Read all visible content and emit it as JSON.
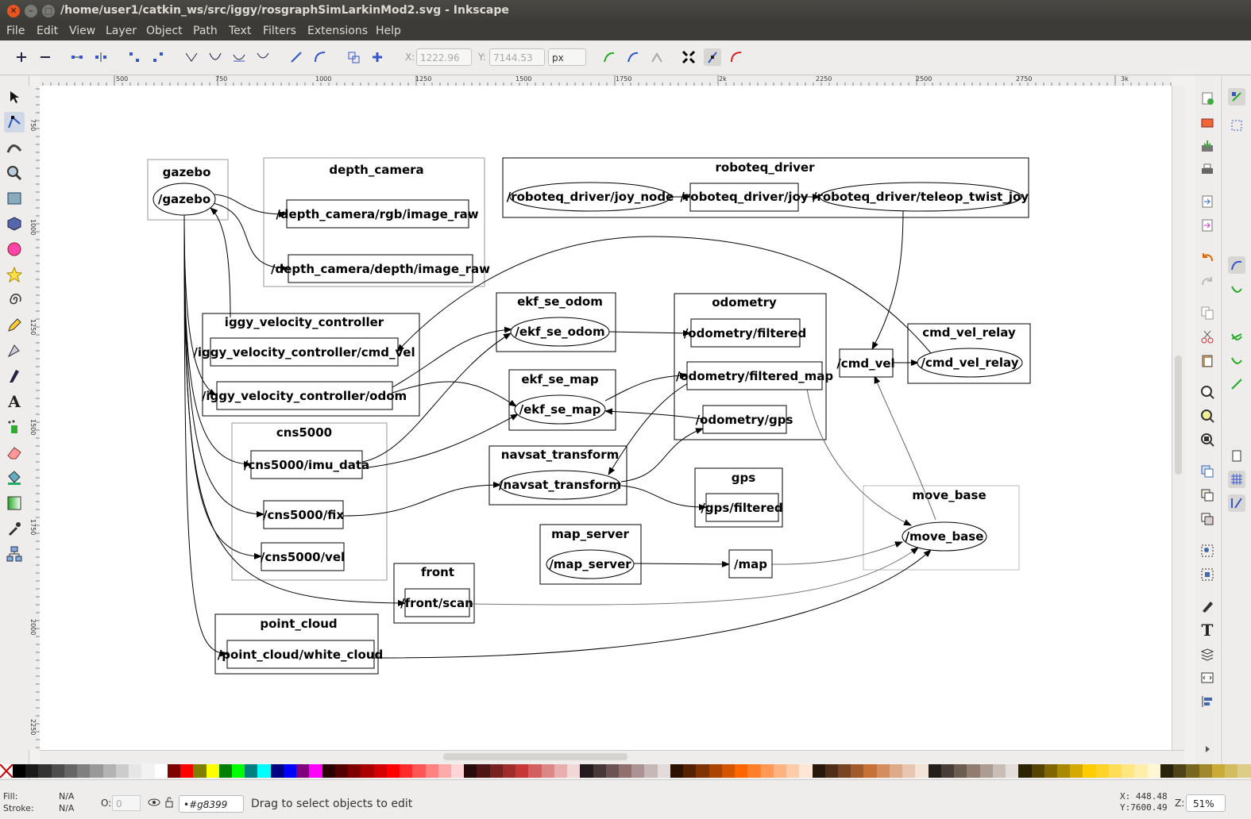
{
  "window": {
    "title": "/home/user1/catkin_ws/src/iggy/rosgraphSimLarkinMod2.svg - Inkscape"
  },
  "menu": [
    "File",
    "Edit",
    "View",
    "Layer",
    "Object",
    "Path",
    "Text",
    "Filters",
    "Extensions",
    "Help"
  ],
  "toolbar": {
    "x_label": "X:",
    "x_value": "1222.96",
    "y_label": "Y:",
    "y_value": "7144.53",
    "unit": "px"
  },
  "ruler": {
    "h": [
      "500",
      "750",
      "1000",
      "1250",
      "1500",
      "1750",
      "2k",
      "2250",
      "2500",
      "2750",
      "3k"
    ],
    "v": [
      "750",
      "1000",
      "1250",
      "1500",
      "1750",
      "2000",
      "2250"
    ]
  },
  "graph": {
    "clusters": {
      "gazebo": "gazebo",
      "depth_camera": "depth_camera",
      "roboteq_driver": "roboteq_driver",
      "iggy_velocity_controller": "iggy_velocity_controller",
      "ekf_se_odom": "ekf_se_odom",
      "odometry": "odometry",
      "ekf_se_map": "ekf_se_map",
      "cmd_vel_relay": "cmd_vel_relay",
      "cns5000": "cns5000",
      "navsat_transform": "navsat_transform",
      "gps": "gps",
      "move_base": "move_base",
      "map_server": "map_server",
      "front": "front",
      "point_cloud": "point_cloud"
    },
    "nodes": {
      "gazebo": "/gazebo",
      "rgb": "/depth_camera/rgb/image_raw",
      "depth": "/depth_camera/depth/image_raw",
      "joy_node": "/roboteq_driver/joy_node",
      "joy": "/roboteq_driver/joy",
      "teleop": "/roboteq_driver/teleop_twist_joy",
      "cmd_vel_ctrl": "/iggy_velocity_controller/cmd_vel",
      "odom_ctrl": "/iggy_velocity_controller/odom",
      "ekf_odom": "/ekf_se_odom",
      "odom_filtered": "/odometry/filtered",
      "ekf_map": "/ekf_se_map",
      "odom_filtered_map": "/odometry/filtered_map",
      "odom_gps": "/odometry/gps",
      "cmd_vel": "/cmd_vel",
      "cmd_vel_relay": "/cmd_vel_relay",
      "imu": "/cns5000/imu_data",
      "fix": "/cns5000/fix",
      "vel": "/cns5000/vel",
      "navsat": "/navsat_transform",
      "gps_filtered": "/gps/filtered",
      "move_base": "/move_base",
      "map_server": "/map_server",
      "map": "/map",
      "front_scan": "/front/scan",
      "white_cloud": "/point_cloud/white_cloud"
    }
  },
  "status": {
    "fill_label": "Fill:",
    "fill_value": "N/A",
    "stroke_label": "Stroke:",
    "stroke_value": "N/A",
    "opacity_label": "O:",
    "opacity_value": "0",
    "layer": "•#g8399",
    "message": "Drag to select objects to edit",
    "x_coord": "X:  448.48",
    "y_coord": "Y:7600.49",
    "zoom_label": "Z:",
    "zoom": "51%"
  },
  "palette": [
    "#000000",
    "#1a1a1a",
    "#333333",
    "#4d4d4d",
    "#666666",
    "#808080",
    "#999999",
    "#b3b3b3",
    "#cccccc",
    "#e6e6e6",
    "#f2f2f2",
    "#ffffff",
    "#800000",
    "#ff0000",
    "#808000",
    "#ffff00",
    "#008000",
    "#00ff00",
    "#008080",
    "#00ffff",
    "#000080",
    "#0000ff",
    "#800080",
    "#ff00ff",
    "#2b0000",
    "#550000",
    "#800000",
    "#aa0000",
    "#d40000",
    "#ff0000",
    "#ff2a2a",
    "#ff5555",
    "#ff8080",
    "#ffaaaa",
    "#ffd5d5",
    "#280b0b",
    "#501616",
    "#782121",
    "#a02c2c",
    "#c83737",
    "#d35f5f",
    "#de8787",
    "#e9afaf",
    "#f4d7d7",
    "#241c1c",
    "#483737",
    "#6c5353",
    "#916f6f",
    "#ac9393",
    "#c8b7b7",
    "#e3dbdb",
    "#2b1100",
    "#552200",
    "#803300",
    "#aa4400",
    "#d45500",
    "#ff6600",
    "#ff7f2a",
    "#ff9955",
    "#ffb380",
    "#ffccaa",
    "#ffe6d5",
    "#28170b",
    "#502d16",
    "#784421",
    "#a05a2c",
    "#c87137",
    "#d38d5f",
    "#deaa87",
    "#e9c6af",
    "#f4e3d7",
    "#241f1c",
    "#483e37",
    "#6c5d53",
    "#917c6f",
    "#ac9d93",
    "#c8beb7",
    "#e3dedb",
    "#2b2200",
    "#554400",
    "#806600",
    "#aa8800",
    "#d4aa00",
    "#ffcc00",
    "#ffd42a",
    "#ffdd55",
    "#ffe680",
    "#ffeeaa",
    "#fff6d5",
    "#28220b",
    "#504416",
    "#786721",
    "#a0892c",
    "#c8ab37",
    "#d3bc5f",
    "#decd87"
  ]
}
